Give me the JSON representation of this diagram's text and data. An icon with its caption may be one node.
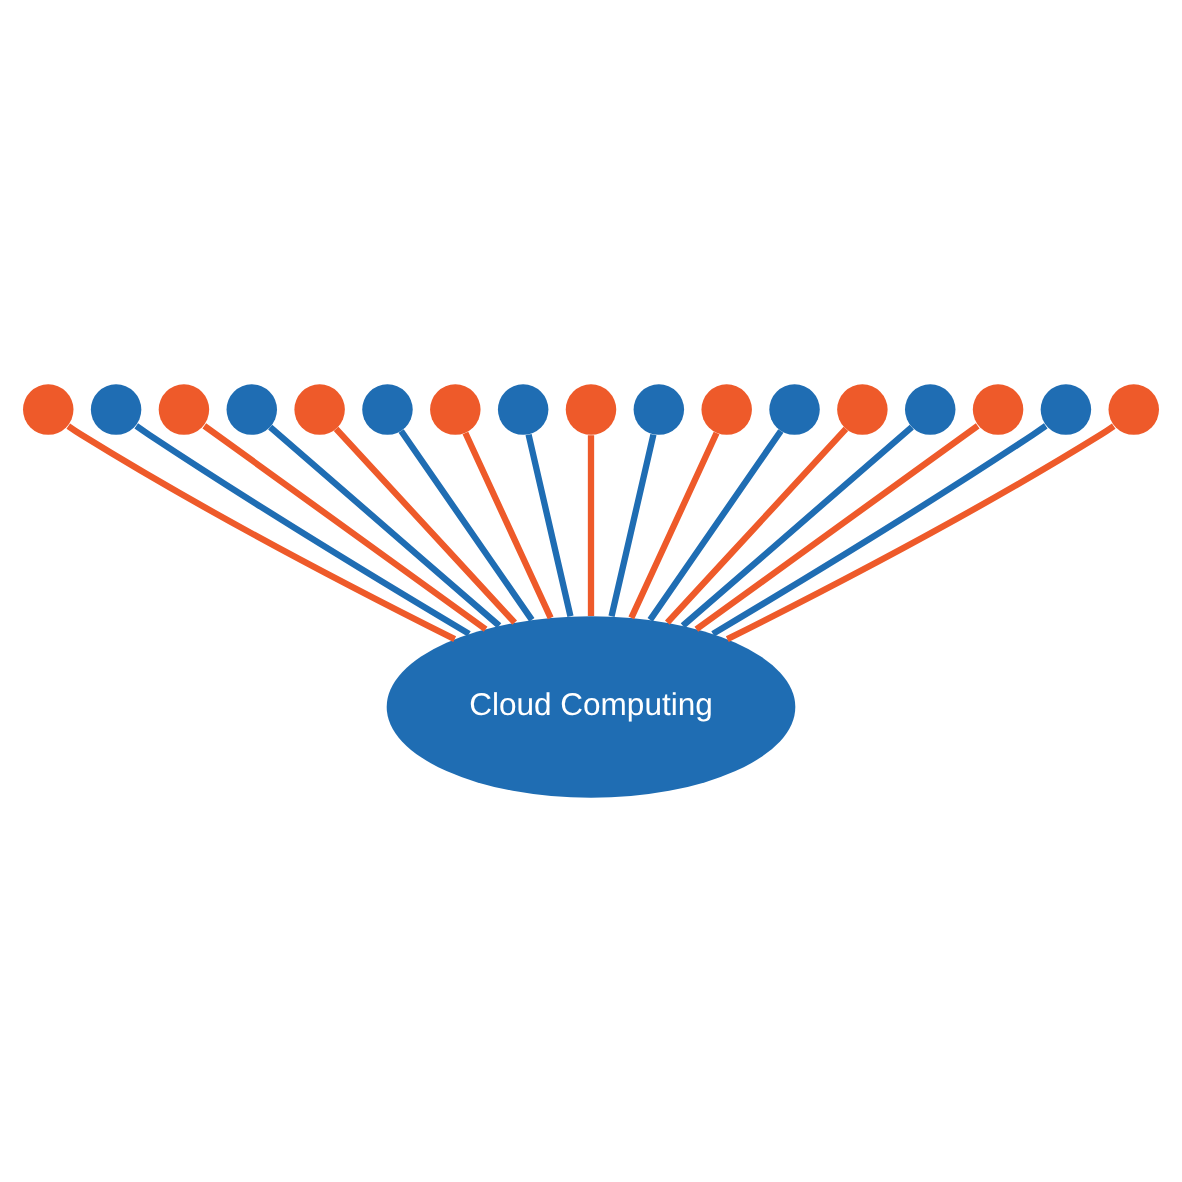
{
  "diagram": {
    "nodes": [
      {
        "text": [
          "Cloud Computing"
        ]
      },
      {
        "text": [],
        "shape": "circle"
      },
      {
        "text": [],
        "shape": "circle"
      },
      {
        "text": [],
        "shape": "circle"
      },
      {
        "text": [],
        "shape": "circle"
      },
      {
        "text": [],
        "shape": "circle"
      },
      {
        "text": [],
        "shape": "circle"
      },
      {
        "text": [],
        "shape": "circle"
      },
      {
        "text": [],
        "shape": "circle"
      },
      {
        "text": [],
        "shape": "circle"
      },
      {
        "text": [],
        "shape": "circle"
      },
      {
        "text": [],
        "shape": "circle"
      },
      {
        "text": [],
        "shape": "circle"
      },
      {
        "text": [],
        "shape": "circle"
      },
      {
        "text": [],
        "shape": "circle"
      },
      {
        "text": [],
        "shape": "circle"
      },
      {
        "text": [],
        "shape": "circle"
      },
      {
        "text": [],
        "shape": "circle"
      }
    ],
    "edges": [
      {
        "from": 0,
        "to": 1,
        "arrow": "none"
      },
      {
        "from": 0,
        "to": 2,
        "arrow": "none",
        "color": "#1f6db3"
      },
      {
        "from": 0,
        "to": 3,
        "arrow": "none"
      },
      {
        "from": 0,
        "to": 4,
        "arrow": "none",
        "color": "#1f6db3"
      },
      {
        "from": 0,
        "to": 5,
        "arrow": "none"
      },
      {
        "from": 0,
        "to": 6,
        "arrow": "none",
        "color": "#1f6db3"
      },
      {
        "from": 0,
        "to": 7,
        "arrow": "none"
      },
      {
        "from": 0,
        "to": 8,
        "arrow": "none",
        "color": "#1f6db3"
      },
      {
        "from": 0,
        "to": 9,
        "arrow": "none"
      },
      {
        "from": 0,
        "to": 10,
        "arrow": "none",
        "color": "#1f6db3"
      },
      {
        "from": 0,
        "to": 11,
        "arrow": "none"
      },
      {
        "from": 0,
        "to": 12,
        "arrow": "none",
        "color": "#1f6db3"
      },
      {
        "from": 0,
        "to": 13,
        "arrow": "none"
      },
      {
        "from": 0,
        "to": 14,
        "arrow": "none",
        "color": "#1f6db3"
      },
      {
        "from": 0,
        "to": 15,
        "arrow": "none"
      },
      {
        "from": 0,
        "to": 16,
        "arrow": "none",
        "color": "#1f6db3"
      },
      {
        "from": 0,
        "to": 17,
        "arrow": "none"
      }
    ]
  }
}
